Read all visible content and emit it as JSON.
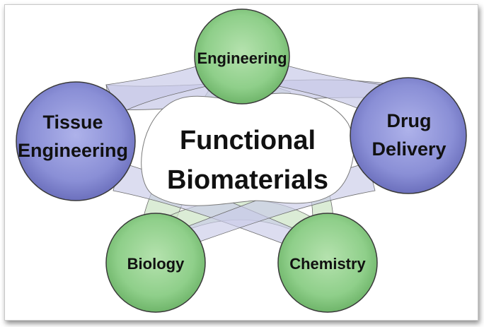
{
  "center": {
    "line1": "Functional",
    "line2": "Biomaterials"
  },
  "nodes": {
    "engineering": {
      "label": "Engineering",
      "color": "#8fcf8a"
    },
    "tissue_engineering": {
      "line1": "Tissue",
      "line2": "Engineering",
      "color": "#8a8fd6"
    },
    "drug_delivery": {
      "line1": "Drug",
      "line2": "Delivery",
      "color": "#8a8fd6"
    },
    "biology": {
      "label": "Biology",
      "color": "#8fcf8a"
    },
    "chemistry": {
      "label": "Chemistry",
      "color": "#8fcf8a"
    }
  },
  "colors": {
    "green_link": "#cfe5c8",
    "blue_link": "#c9cbe8",
    "outline": "#4a4a4a"
  }
}
